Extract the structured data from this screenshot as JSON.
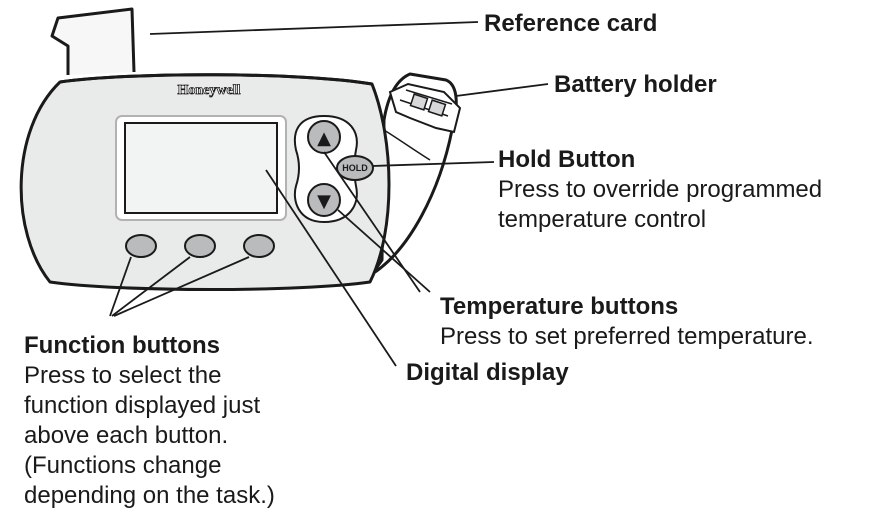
{
  "device": {
    "brand": "Honeywell",
    "hold_button_text": "HOLD",
    "up_arrow": "▲",
    "down_arrow": "▼"
  },
  "labels": {
    "reference_card": {
      "title": "Reference card"
    },
    "battery_holder": {
      "title": "Battery holder"
    },
    "hold_button": {
      "title": "Hold Button",
      "desc": [
        "Press to override programmed",
        "temperature control"
      ]
    },
    "temperature_buttons": {
      "title": "Temperature buttons",
      "desc": [
        "Press to set preferred temperature."
      ]
    },
    "function_buttons": {
      "title": "Function buttons",
      "desc": [
        "Press to select the",
        "function displayed just",
        "above each button.",
        "(Functions change",
        "depending on the task.)"
      ]
    },
    "digital_display": {
      "title": "Digital display"
    }
  },
  "colors": {
    "stroke": "#1a1a1a",
    "body_fill": "#e9eaea",
    "screen_fill": "#f2f3f3",
    "button_fill": "#b9bbbc",
    "outline_fill": "#ffffff"
  }
}
